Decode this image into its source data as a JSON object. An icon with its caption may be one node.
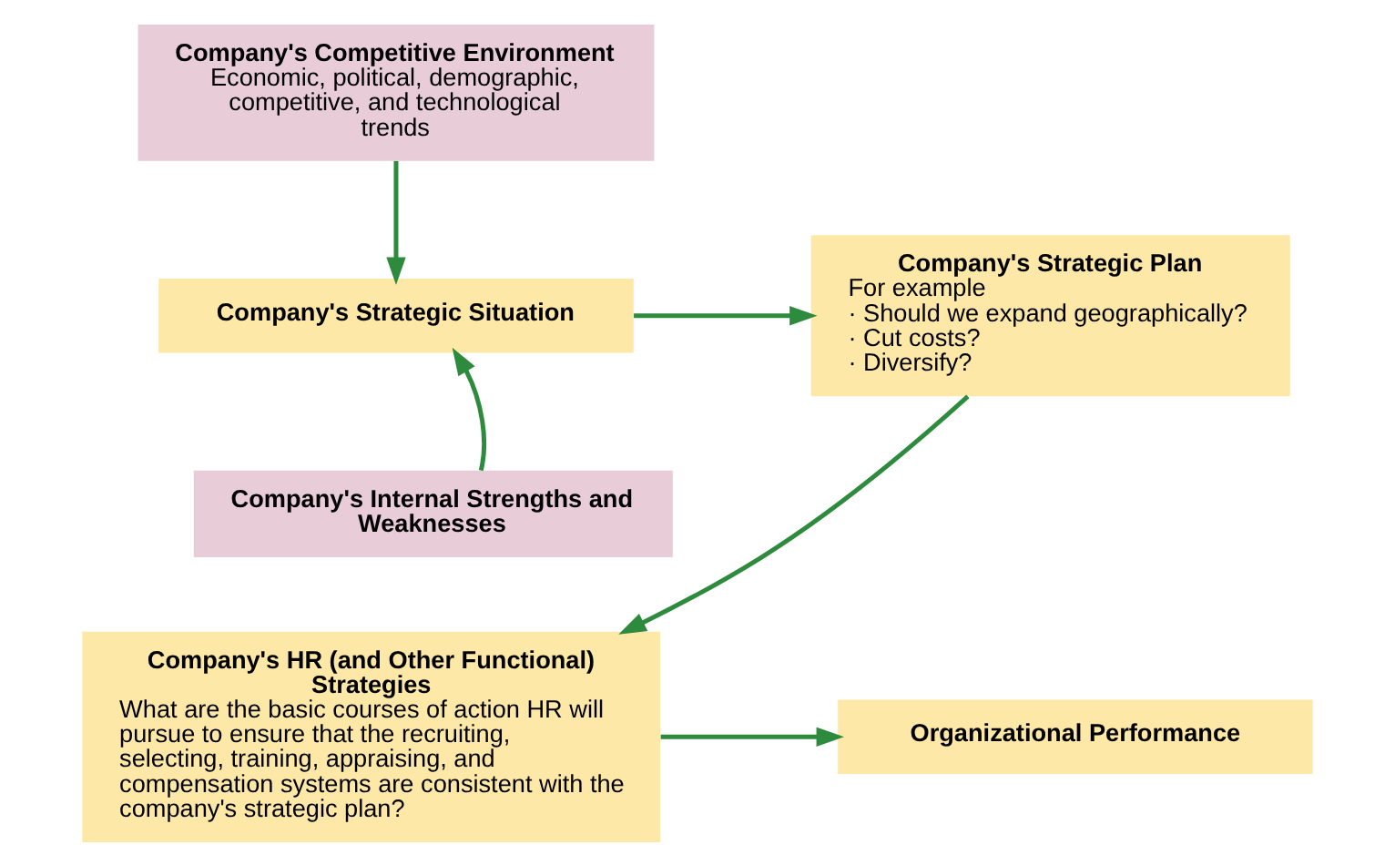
{
  "diagram": {
    "nodes": [
      {
        "text": [
          "Company's Competitive Environment",
          "Economic, political, demographic, competitive, and technological trends"
        ]
      },
      {
        "text": [
          "Company's Strategic Situation"
        ]
      },
      {
        "text": [
          "Company's Internal Strengths and Weaknesses"
        ]
      },
      {
        "text": [
          "Company's Strategic Plan",
          "For example",
          "· Should we expand geographically?",
          "· Cut costs?",
          "· Diversify?"
        ]
      },
      {
        "text": [
          "Company's HR (and Other Functional) Strategies",
          "What are the basic courses of action HR will pursue to ensure that the recruiting, selecting, training, appraising, and compensation systems are consistent with the company's strategic plan?"
        ]
      },
      {
        "text": [
          "Organizational Performance"
        ]
      }
    ],
    "edges": [
      {
        "from": 0,
        "to": 1,
        "arrow": "to"
      },
      {
        "from": 2,
        "to": 1,
        "arrow": "to"
      },
      {
        "from": 1,
        "to": 3,
        "arrow": "to"
      },
      {
        "from": 3,
        "to": 4,
        "arrow": "to"
      },
      {
        "from": 4,
        "to": 5,
        "arrow": "to"
      }
    ]
  }
}
